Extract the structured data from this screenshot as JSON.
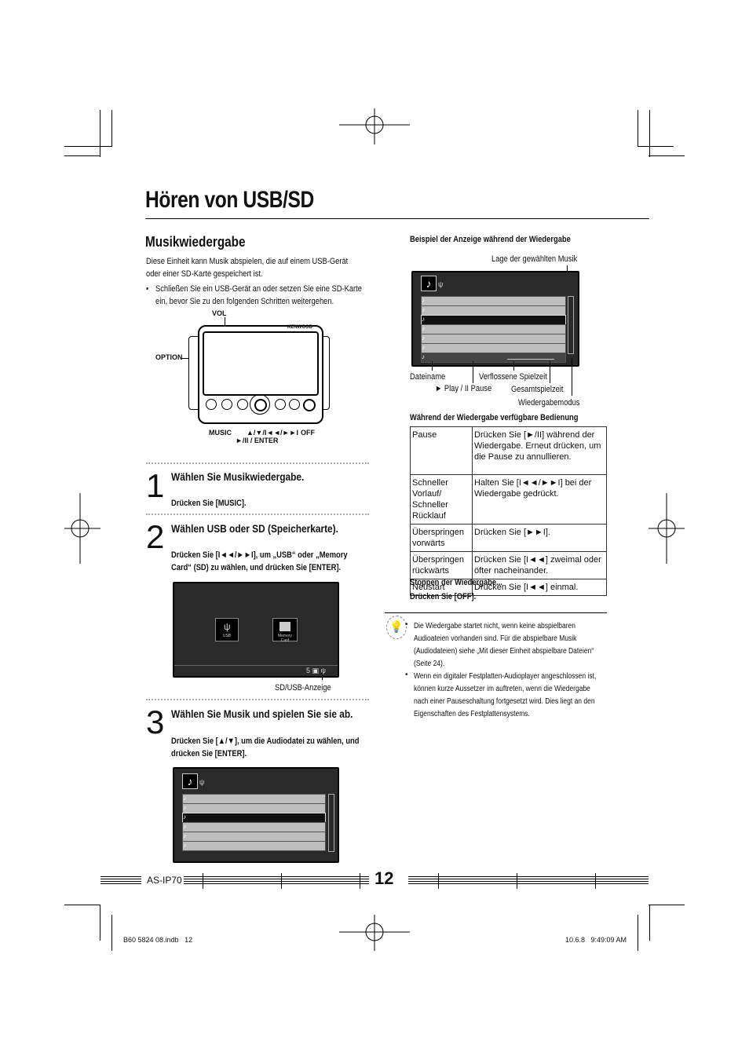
{
  "page": {
    "title": "Hören von USB/SD",
    "page_number": "12",
    "model": "AS-IP70",
    "footer_left": "B60 5824 08.indb   12",
    "footer_right": "10.6.8   9:49:09 AM"
  },
  "left": {
    "section_title": "Musikwiedergabe",
    "intro": "Diese Einheit kann Musik abspielen, die auf einem USB-Gerät oder einer SD-Karte gespeichert ist.",
    "bullet": "Schließen Sie ein USB-Gerät an oder setzen Sie eine SD-Karte ein, bevor Sie zu den folgenden Schritten weitergehen.",
    "device": {
      "vol": "VOL",
      "option": "OPTION",
      "music": "MUSIC",
      "arrows": "▲/▼/I◄◄/►►I",
      "play_enter": "►/II / ENTER",
      "off": "OFF",
      "brand": "KENWOOD"
    },
    "steps": [
      {
        "num": "1",
        "title": "Wählen Sie Musikwiedergabe.",
        "text": "Drücken Sie [MUSIC]."
      },
      {
        "num": "2",
        "title": "Wählen USB oder SD (Speicherkarte).",
        "text": "Drücken Sie [I◄◄/►►I], um „USB“ oder „Memory Card“ (SD) zu wählen, und drücken Sie [ENTER]."
      },
      {
        "num": "3",
        "title": "Wählen Sie Musik und spielen Sie sie ab.",
        "text": "Drücken Sie [▲/▼], um die Audiodatei zu wählen, und drücken Sie [ENTER]."
      }
    ],
    "screen2": {
      "usb_label": "USB",
      "sd_label": "Memory Card",
      "caption": "SD/USB-Anzeige"
    }
  },
  "right": {
    "example_title": "Beispiel der Anzeige während der Wiedergabe",
    "labels": {
      "position": "Lage der gewählten Musik",
      "filename": "Dateiname",
      "elapsed": "Verflossene Spielzeit",
      "play_pause": "► Play / II Pause",
      "total": "Gesamtspielzeit",
      "mode": "Wiedergabemodus"
    },
    "ops_title": "Während der Wiedergabe verfügbare Bedienung",
    "ops": [
      {
        "name": "Pause",
        "desc": "Drücken Sie [►/II] während der Wiedergabe. Erneut drücken, um die Pause zu annullieren."
      },
      {
        "name": "Schneller Vorlauf/ Schneller Rücklauf",
        "desc": "Halten Sie [I◄◄/►►I] bei der Wiedergabe gedrückt."
      },
      {
        "name": "Überspringen vorwärts",
        "desc": "Drücken Sie [►►I]."
      },
      {
        "name": "Überspringen rückwärts",
        "desc": "Drücken Sie [I◄◄] zweimal oder öfter nacheinander."
      },
      {
        "name": "Neustart",
        "desc": "Drücken Sie [I◄◄] einmal."
      }
    ],
    "stop_title": "Stoppen der Wiedergabe...",
    "stop_text": "Drücken Sie [OFF].",
    "notes": [
      "Die Wiedergabe startet nicht, wenn keine abspielbaren Audioateien vorhanden sind. Für die abspielbare Musik (Audiodateien) siehe „Mit dieser Einheit abspielbare Dateien“ (Seite 24).",
      "Wenn ein digitaler Festplatten-Audioplayer angeschlossen ist, können kurze Aussetzer im auftreten, wenn die Wiedergabe nach einer Pauseschaltung fortgesetzt wird. Dies liegt an den Eigenschaften des Festplattensystems."
    ]
  }
}
